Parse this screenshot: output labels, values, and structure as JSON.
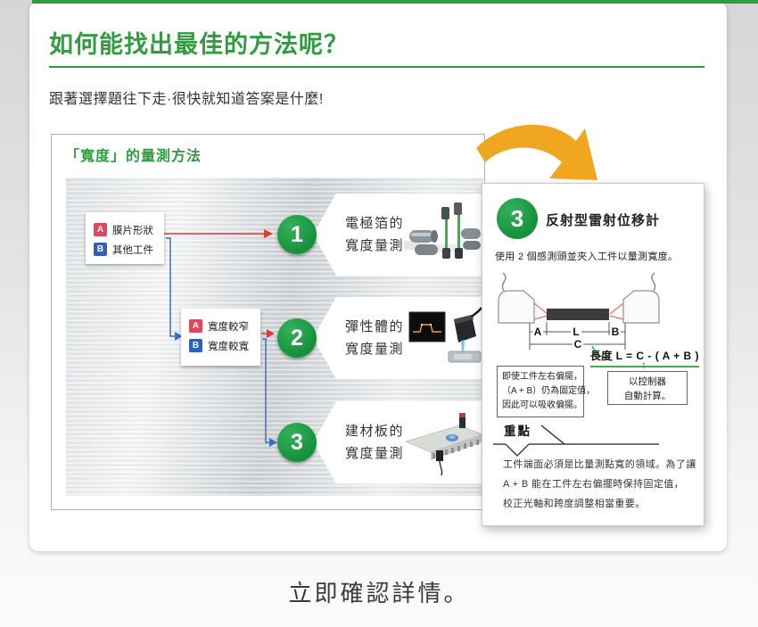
{
  "header": {
    "title": "如何能找出最佳的方法呢？",
    "subtitle": "跟著選擇題往下走·很快就知道答案是什麼!"
  },
  "method_box": {
    "title": "「寬度」的量測方法",
    "cond1": {
      "items": [
        {
          "badge": "A",
          "label": "膜片形狀"
        },
        {
          "badge": "B",
          "label": "其他工件"
        }
      ]
    },
    "cond2": {
      "items": [
        {
          "badge": "A",
          "label": "寬度較窄"
        },
        {
          "badge": "B",
          "label": "寬度較寬"
        }
      ]
    },
    "steps": [
      {
        "number": "1",
        "line1": "電極箔的",
        "line2": "寬度量測"
      },
      {
        "number": "2",
        "line1": "彈性體的",
        "line2": "寬度量測"
      },
      {
        "number": "3",
        "line1": "建材板的",
        "line2": "寬度量測"
      }
    ]
  },
  "panel": {
    "number": "3",
    "title": "反射型雷射位移計",
    "description": "使用 2 個感測頭並夾入工件以量測寬度。",
    "diagram_labels": {
      "a": "A",
      "l": "L",
      "b": "B",
      "c": "C"
    },
    "formula": "長度 L = C - ( A + B )",
    "note_left_lines": [
      "即使工件左右偏擺，",
      "（A + B）仍為固定值，",
      "因此可以吸收偏擺。"
    ],
    "note_right_lines": [
      "以控制器",
      "自動計算。"
    ],
    "up_arrow": "↑",
    "keypoint_label": "重點",
    "keypoint_lines": [
      "工件端面必須是比量測點寬的領域。為了讓",
      "A + B 能在工件左右偏擺時保持固定值，",
      "校正光軸和跨度調整相當重要。"
    ]
  },
  "cta": "立即確認詳情。",
  "colors": {
    "accent_green": "#2f9c3f",
    "circle_green": "#14923a",
    "badge_red": "#e0475a",
    "badge_blue": "#2e62b8",
    "arrow_red": "#e23b35",
    "connector_blue": "#3a6fc4",
    "swoosh_orange": "#f0a61e"
  }
}
